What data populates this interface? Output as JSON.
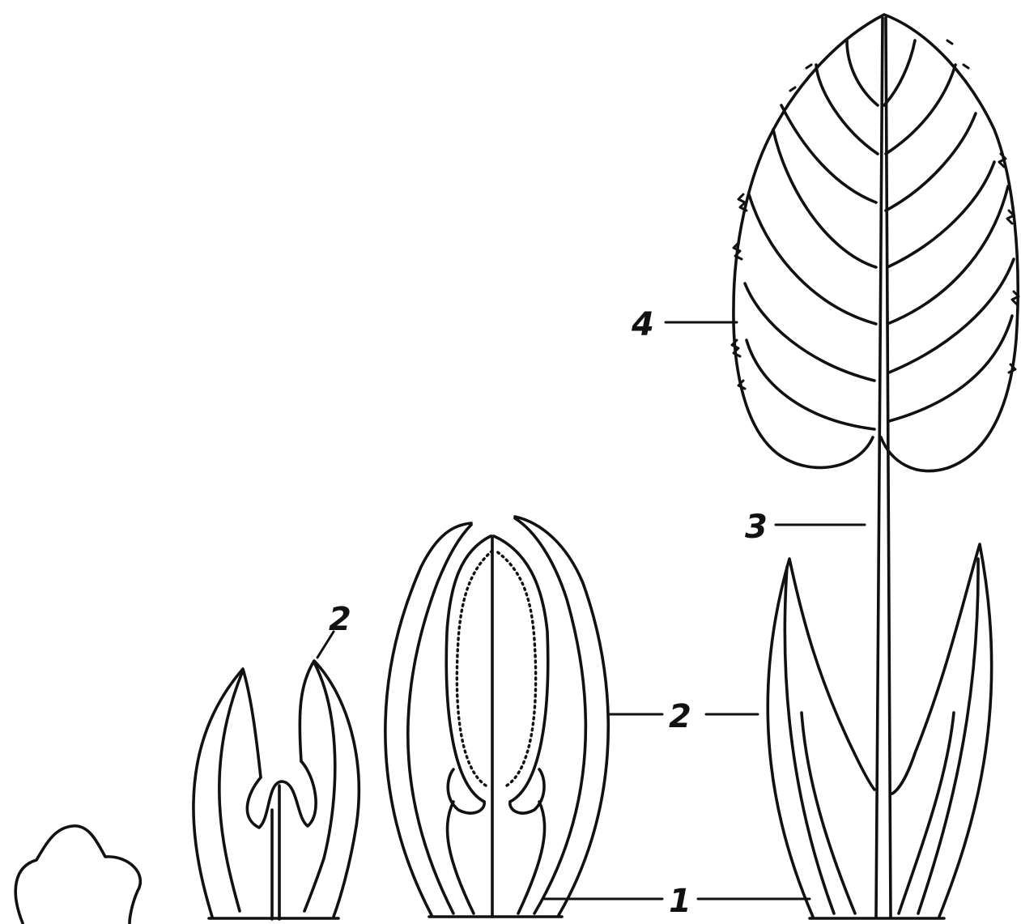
{
  "diagram": {
    "type": "botanical-line-drawing",
    "stages_count": 4,
    "labels": {
      "stipule_base": "1",
      "stipule_top": "2",
      "stipule_mid": "2",
      "stipule_right": "2",
      "petiole": "3",
      "blade": "4"
    },
    "colors": {
      "ink": "#111111",
      "paper": "#ffffff"
    }
  }
}
